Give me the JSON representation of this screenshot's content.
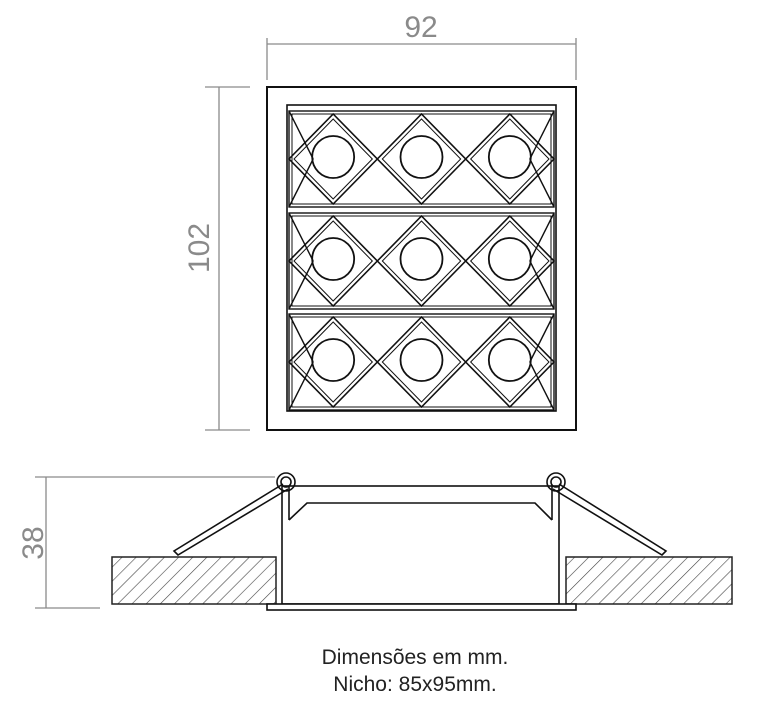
{
  "dimensions": {
    "width": "92",
    "height": "102",
    "depth": "38"
  },
  "caption": {
    "line1": "Dimensões em mm.",
    "line2": "Nicho: 85x95mm."
  },
  "fixture": {
    "rows": 3,
    "leds_per_row": 3
  }
}
